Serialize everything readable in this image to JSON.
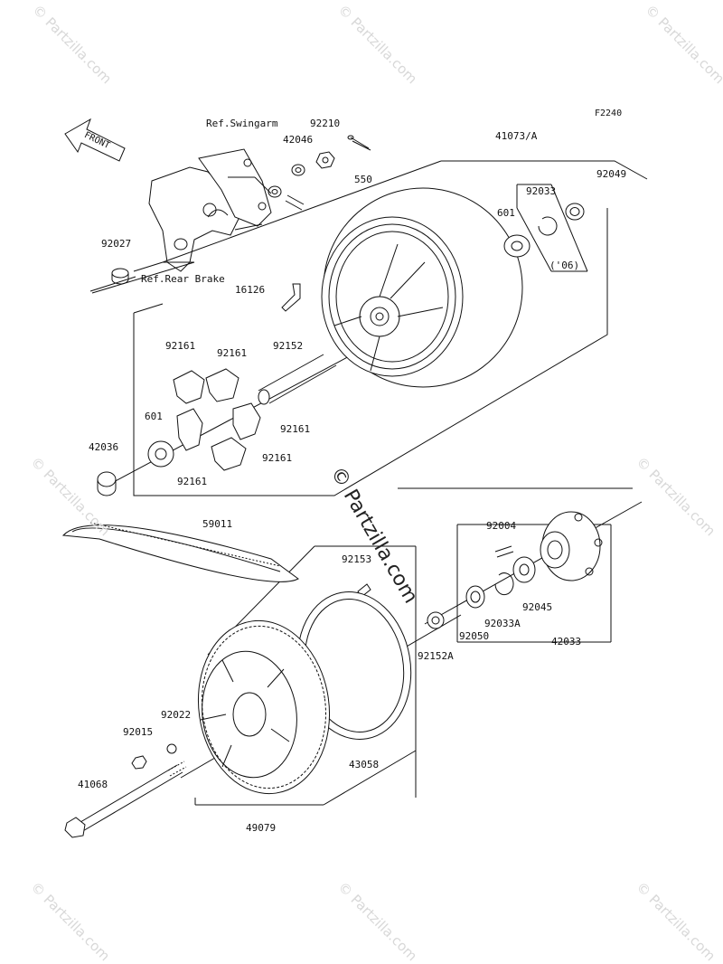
{
  "figure_code": "F2240",
  "front_label": "FRONT",
  "watermark": "© Partzilla.com",
  "labels": {
    "ref_swingarm": "Ref.Swingarm",
    "p92210": "92210",
    "p42046": "42046",
    "p550": "550",
    "p41073a": "41073/A",
    "p92049": "92049",
    "p92033": "92033",
    "p601_top": "601",
    "y06": "('06)",
    "p92027": "92027",
    "ref_rear_brake": "Ref.Rear Brake",
    "p16126": "16126",
    "p92161_a": "92161",
    "p92161_b": "92161",
    "p92152": "92152",
    "p601_left": "601",
    "p92161_c": "92161",
    "p42036": "42036",
    "p92161_d": "92161",
    "p92161_e": "92161",
    "p59011": "59011",
    "p92004": "92004",
    "p92153": "92153",
    "p92045": "92045",
    "p92033a": "92033A",
    "p92050": "92050",
    "p42033": "42033",
    "p92152a": "92152A",
    "p92022": "92022",
    "p92015": "92015",
    "p43058": "43058",
    "p41068": "41068",
    "p49079": "49079"
  }
}
